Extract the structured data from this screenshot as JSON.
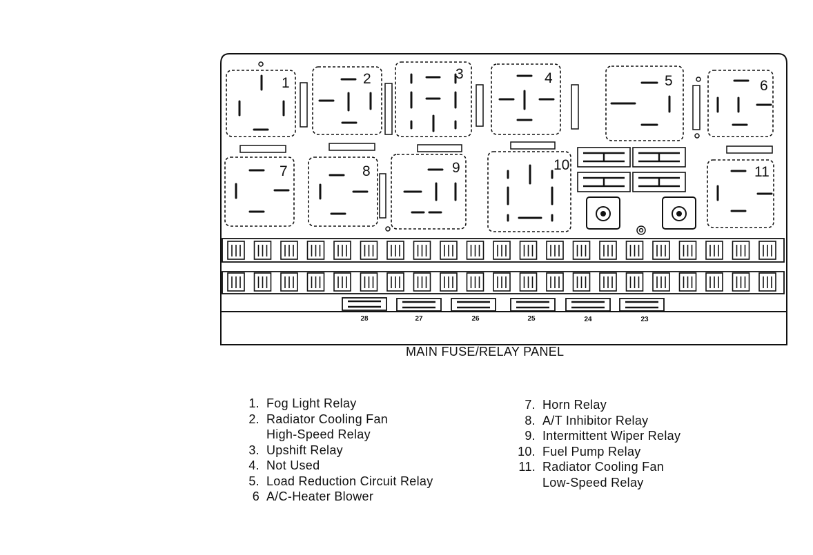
{
  "diagram": {
    "caption": "MAIN FUSE/RELAY PANEL",
    "relay_numbers": [
      "1",
      "2",
      "3",
      "4",
      "5",
      "6",
      "7",
      "8",
      "9",
      "10",
      "11"
    ],
    "fuse_numbers": [
      "28",
      "27",
      "26",
      "25",
      "24",
      "23"
    ]
  },
  "legend": {
    "left": [
      {
        "num": "1.",
        "label": "Fog Light Relay"
      },
      {
        "num": "2.",
        "label": "Radiator Cooling Fan",
        "cont": "High-Speed Relay"
      },
      {
        "num": "3.",
        "label": "Upshift Relay"
      },
      {
        "num": "4.",
        "label": "Not Used"
      },
      {
        "num": "5.",
        "label": "Load Reduction Circuit Relay"
      },
      {
        "num": "6",
        "label": "A/C-Heater Blower"
      }
    ],
    "right": [
      {
        "num": "7.",
        "label": "Horn Relay"
      },
      {
        "num": "8.",
        "label": "A/T Inhibitor Relay"
      },
      {
        "num": "9.",
        "label": "Intermittent Wiper Relay"
      },
      {
        "num": "10.",
        "label": "Fuel Pump Relay"
      },
      {
        "num": "11.",
        "label": "Radiator Cooling Fan",
        "cont": "Low-Speed Relay"
      }
    ]
  }
}
